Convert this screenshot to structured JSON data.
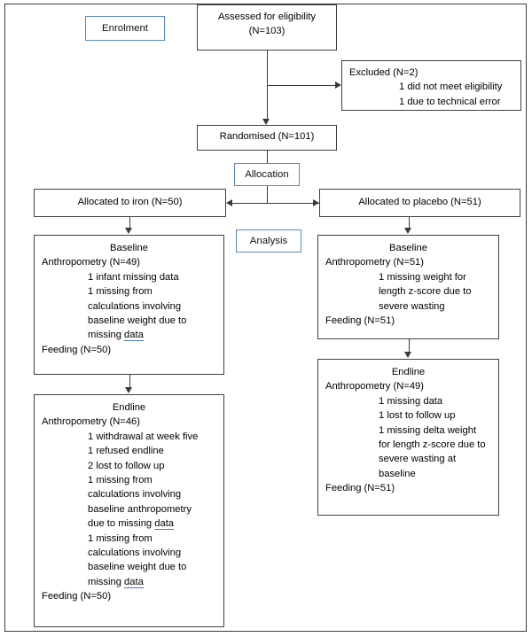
{
  "diagram": {
    "type": "consort-flow-diagram",
    "title": "CONSORT participant flow diagram",
    "accent_blue": "#5b87c4",
    "line_color": "#3a3a3a",
    "stage_labels": [
      {
        "id": "enrolment",
        "label": "Enrolment"
      },
      {
        "id": "allocation",
        "label": "Allocation"
      },
      {
        "id": "analysis",
        "label": "Analysis"
      }
    ],
    "nodes": {
      "assessed": {
        "line1": "Assessed for eligibility",
        "line2": "(N=103)"
      },
      "excluded": {
        "line1": "Excluded (N=2)",
        "line2": "1 did not meet eligibility",
        "line3": "1 due to technical error"
      },
      "randomised": {
        "line1": "Randomised (N=101)"
      },
      "allocated_iron": {
        "line1": "Allocated to iron (N=50)"
      },
      "allocated_placebo": {
        "line1": "Allocated to placebo (N=51)"
      },
      "iron_baseline": {
        "heading": "Baseline",
        "anthropometry": "Anthropometry (N=49)",
        "detail1": "1 infant missing data",
        "detail2": "1 missing from",
        "detail3": "calculations involving",
        "detail4": "baseline weight due to",
        "detail5_pre": "missing ",
        "detail5_flag": "data",
        "feeding": "Feeding (N=50)"
      },
      "placebo_baseline": {
        "heading": "Baseline",
        "anthropometry": "Anthropometry (N=51)",
        "detail1": "1 missing weight for",
        "detail2": "length z-score due to",
        "detail3": "severe wasting",
        "feeding": "Feeding (N=51)"
      },
      "iron_endline": {
        "heading": "Endline",
        "anthropometry": "Anthropometry (N=46)",
        "detail1": "1 withdrawal at week five",
        "detail2": "1 refused endline",
        "detail3": "2 lost to follow up",
        "detail4": "1 missing from",
        "detail5": "calculations involving",
        "detail6": "baseline anthropometry",
        "detail7_pre": "due to missing ",
        "detail7_flag": "data",
        "detail8": "1 missing from",
        "detail9": "calculations involving",
        "detail10": "baseline weight due to",
        "detail11_pre": "missing ",
        "detail11_flag": "data",
        "feeding": "Feeding (N=50)"
      },
      "placebo_endline": {
        "heading": "Endline",
        "anthropometry": "Anthropometry (N=49)",
        "detail1": "1 missing data",
        "detail2": "1 lost to follow up",
        "detail3": "1 missing delta weight",
        "detail4": "for length z-score due to",
        "detail5": "severe wasting at",
        "detail6": "baseline",
        "feeding": "Feeding (N=51)"
      }
    }
  }
}
